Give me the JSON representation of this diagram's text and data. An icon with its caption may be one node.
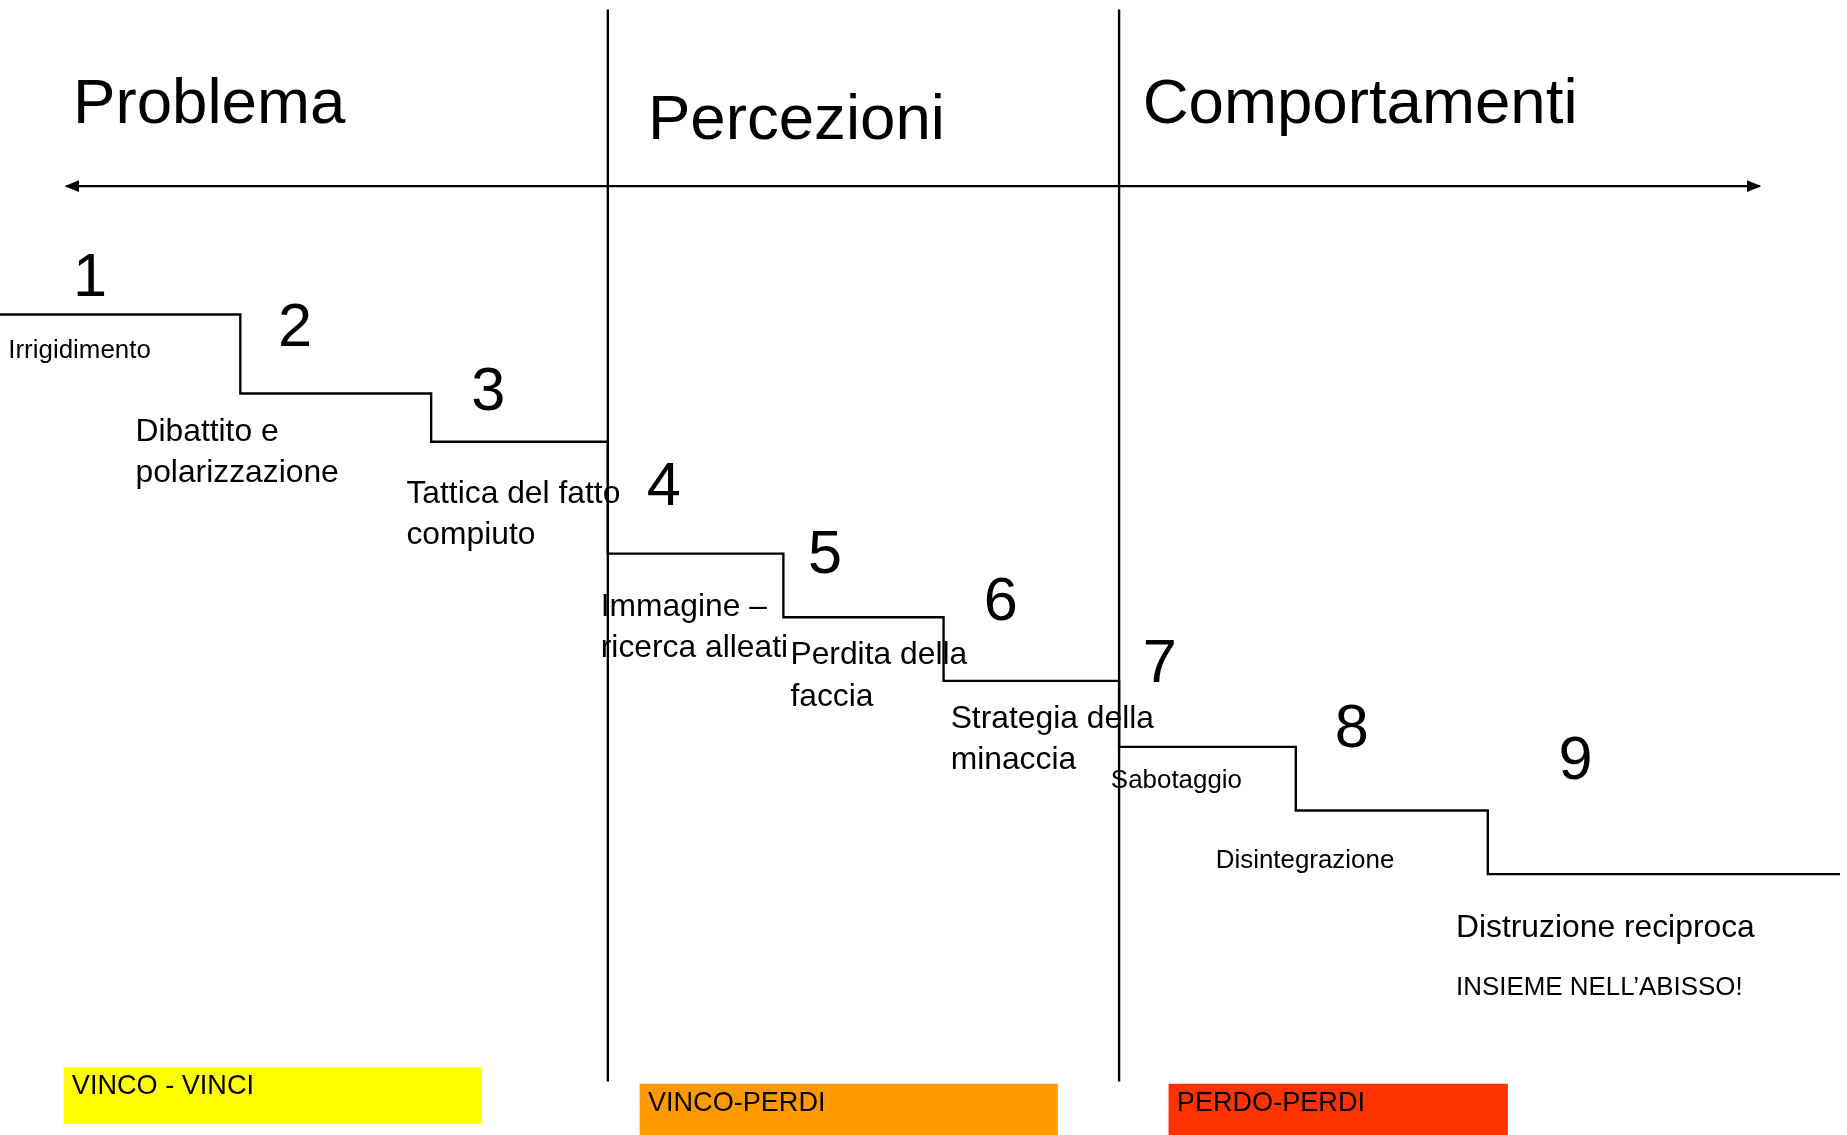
{
  "diagram": {
    "nodes": [
      {
        "text": [
          "VINCO - VINCI"
        ]
      },
      {
        "text": [
          "VINCO-PERDI"
        ]
      },
      {
        "text": [
          "PERDO-PERDI"
        ]
      }
    ],
    "labels": [
      "Problema",
      "Percezioni",
      "Comportamenti",
      "1",
      "Irrigidimento",
      "2",
      "Dibattito e polarizzazione",
      "3",
      "Tattica del fatto compiuto",
      "4",
      "Immagine – ricerca alleati",
      "5",
      "Perdita della faccia",
      "6",
      "Strategia della minaccia",
      "7",
      "Sabotaggio",
      "8",
      "Disintegrazione",
      "9",
      "Distruzione reciproca",
      "INSIEME NELL’ABISSO!"
    ]
  }
}
